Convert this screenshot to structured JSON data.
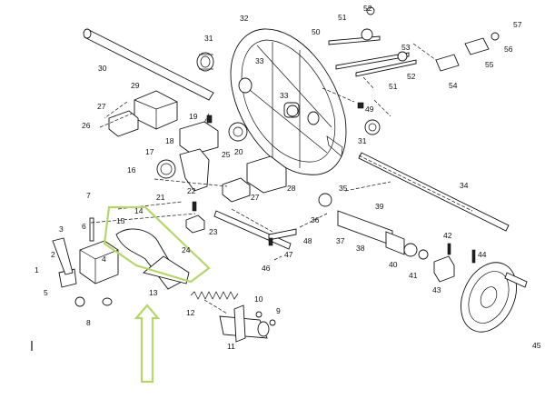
{
  "diagram": {
    "parts": [
      {
        "num": "1"
      },
      {
        "num": "2"
      },
      {
        "num": "3"
      },
      {
        "num": "4"
      },
      {
        "num": "5"
      },
      {
        "num": "6"
      },
      {
        "num": "7"
      },
      {
        "num": "8"
      },
      {
        "num": "9"
      },
      {
        "num": "10"
      },
      {
        "num": "11"
      },
      {
        "num": "12"
      },
      {
        "num": "13"
      },
      {
        "num": "14"
      },
      {
        "num": "15"
      },
      {
        "num": "16"
      },
      {
        "num": "17"
      },
      {
        "num": "18"
      },
      {
        "num": "19"
      },
      {
        "num": "20"
      },
      {
        "num": "21"
      },
      {
        "num": "22"
      },
      {
        "num": "23"
      },
      {
        "num": "24"
      },
      {
        "num": "25"
      },
      {
        "num": "26"
      },
      {
        "num": "27"
      },
      {
        "num": "27"
      },
      {
        "num": "28"
      },
      {
        "num": "29"
      },
      {
        "num": "30"
      },
      {
        "num": "31"
      },
      {
        "num": "31"
      },
      {
        "num": "32"
      },
      {
        "num": "33"
      },
      {
        "num": "33"
      },
      {
        "num": "34"
      },
      {
        "num": "35"
      },
      {
        "num": "36"
      },
      {
        "num": "37"
      },
      {
        "num": "38"
      },
      {
        "num": "39"
      },
      {
        "num": "40"
      },
      {
        "num": "41"
      },
      {
        "num": "42"
      },
      {
        "num": "43"
      },
      {
        "num": "44"
      },
      {
        "num": "45"
      },
      {
        "num": "46"
      },
      {
        "num": "47"
      },
      {
        "num": "48"
      },
      {
        "num": "49"
      },
      {
        "num": "50"
      },
      {
        "num": "51"
      },
      {
        "num": "51"
      },
      {
        "num": "52"
      },
      {
        "num": "52"
      },
      {
        "num": "53"
      },
      {
        "num": "54"
      },
      {
        "num": "55"
      },
      {
        "num": "56"
      },
      {
        "num": "57"
      }
    ],
    "highlight_color": "#b5d66a",
    "line_color": "#111111"
  }
}
